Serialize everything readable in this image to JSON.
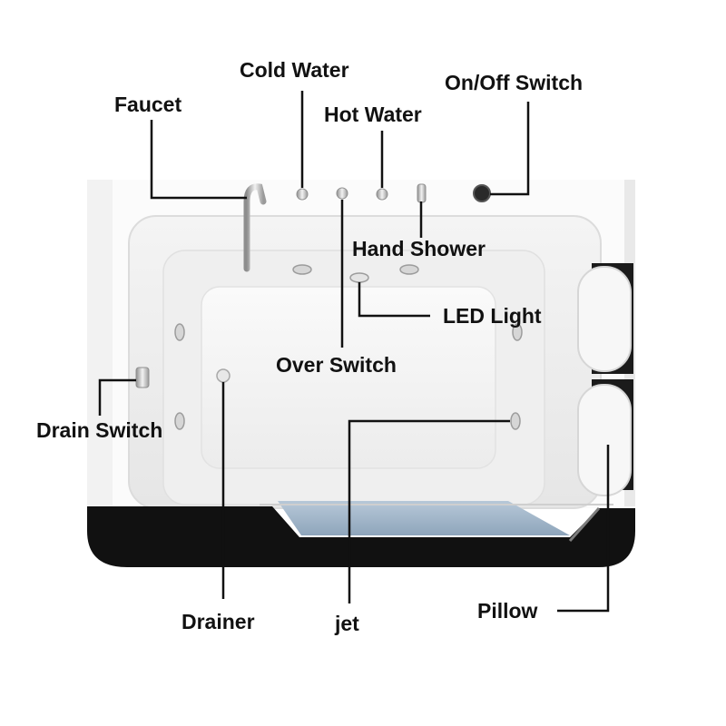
{
  "labels": {
    "cold_water": "Cold Water",
    "on_off_switch": "On/Off Switch",
    "faucet": "Faucet",
    "hot_water": "Hot Water",
    "hand_shower": "Hand Shower",
    "led_light": "LED Light",
    "over_switch": "Over Switch",
    "drain_switch": "Drain Switch",
    "drainer": "Drainer",
    "jet": "jet",
    "pillow": "Pillow"
  },
  "colors": {
    "tub_shell": "#f7f7f7",
    "tub_basin": "#eeeeee",
    "tub_skirt": "#111111",
    "water_step": "#9fb4c8",
    "label_text": "#111111",
    "fixture_chrome": "#c9c9c9"
  }
}
